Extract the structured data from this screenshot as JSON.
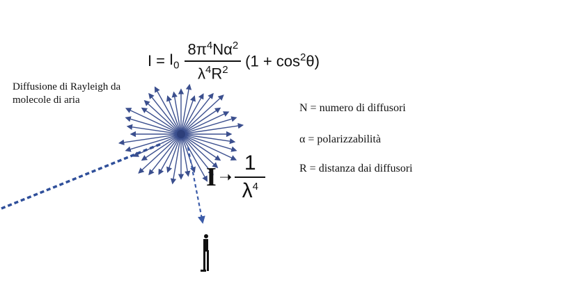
{
  "formula": {
    "lhs": "I",
    "equals": "=",
    "i0": "I",
    "i0_sub": "0",
    "numerator": "8π",
    "numerator_exp": "4",
    "numerator_rest": "Nα",
    "numerator_rest_exp": "2",
    "denominator": "λ",
    "denominator_exp": "4",
    "denominator_rest": "R",
    "denominator_rest_exp": "2",
    "factor_open": "(1  + cos",
    "factor_exp": "2",
    "factor_close": "θ)"
  },
  "caption": {
    "line1": "Diffusione di Rayleigh da",
    "line2": "molecole di aria"
  },
  "legend": {
    "n": "N = numero di diffusori",
    "alpha": "α = polarizzabilità",
    "r": "R = distanza dai diffusori"
  },
  "proportionality": {
    "intensity": "I",
    "arrow": "➝",
    "numerator": "1",
    "denominator": "λ",
    "denominator_exp": "4"
  },
  "colors": {
    "scatter_rays": "#3b4f8e",
    "incoming_beam": "#2f4f9a",
    "scattered_beam": "#3b5ba8",
    "observer": "#111111"
  }
}
